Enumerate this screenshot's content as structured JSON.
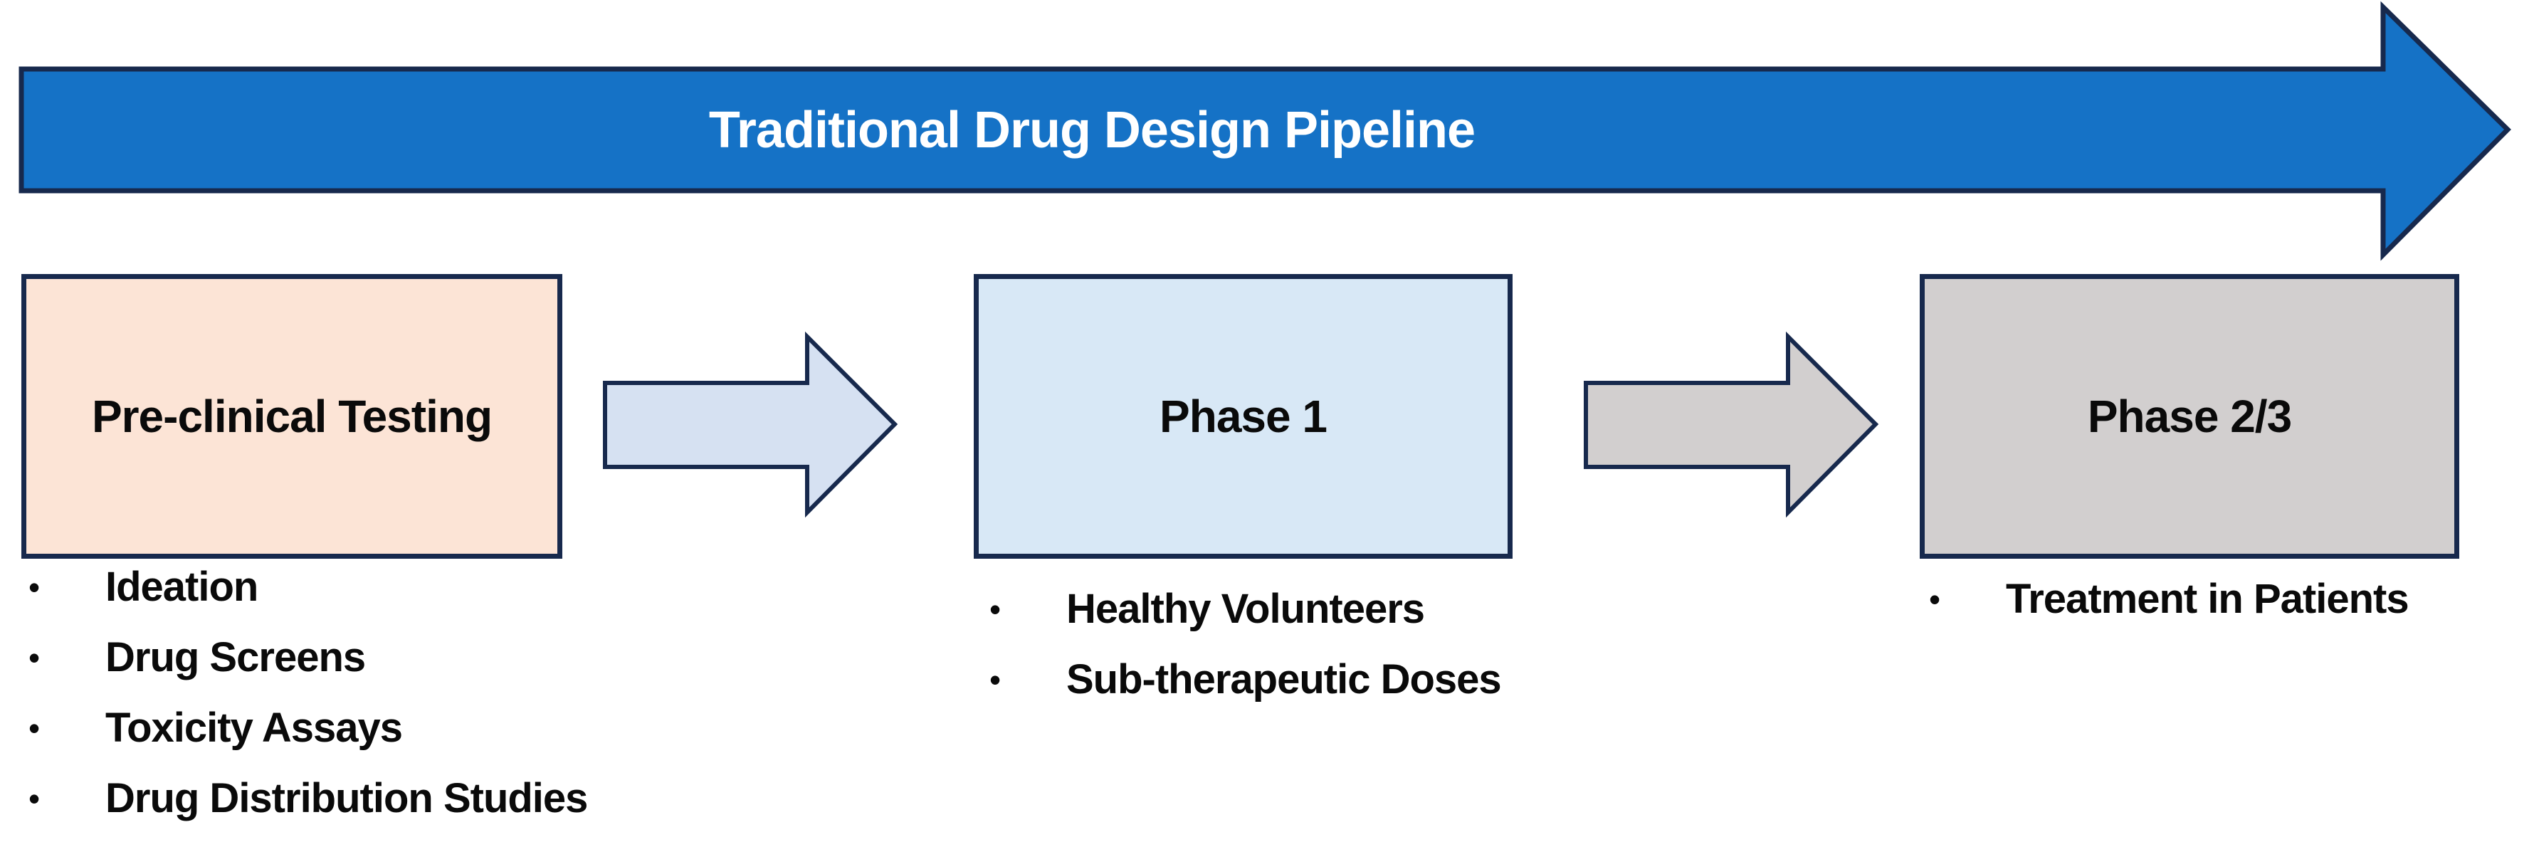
{
  "title": {
    "label": "Traditional Drug Design Pipeline"
  },
  "bullet_glyph": "•",
  "colors": {
    "pipeline_arrow_fill": "#1572C6",
    "outline": "#17294d",
    "stage1_fill": "#FCE4D6",
    "stage2_fill": "#D8E8F6",
    "stage3_fill": "#D2CFCF",
    "connector1_fill": "#D6E1F2",
    "connector2_fill": "#D2CFCF",
    "title_text": "#FFFFFF",
    "body_text": "#0A0A0A",
    "background": "#FFFFFF"
  },
  "stages": [
    {
      "label": "Pre-clinical Testing",
      "bullets": [
        "Ideation",
        "Drug Screens",
        "Toxicity Assays",
        "Drug Distribution Studies"
      ]
    },
    {
      "label": "Phase 1",
      "bullets": [
        "Healthy Volunteers",
        "Sub-therapeutic Doses"
      ]
    },
    {
      "label": "Phase 2/3",
      "bullets": [
        "Treatment in Patients"
      ]
    }
  ]
}
